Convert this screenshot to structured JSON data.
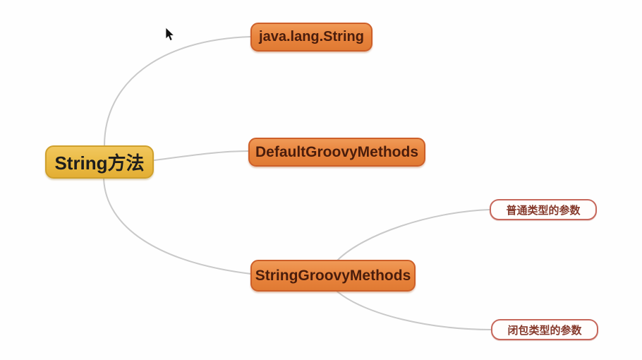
{
  "diagram": {
    "type": "mindmap",
    "nodes": {
      "root": {
        "label": "String方法"
      },
      "branch1": {
        "label": "java.lang.String"
      },
      "branch2": {
        "label": "DefaultGroovyMethods"
      },
      "branch3": {
        "label": "StringGroovyMethods"
      },
      "leaf1": {
        "label": "普通类型的参数"
      },
      "leaf2": {
        "label": "闭包类型的参数"
      }
    },
    "edges": [
      {
        "from": "root",
        "to": "branch1"
      },
      {
        "from": "root",
        "to": "branch2"
      },
      {
        "from": "root",
        "to": "branch3"
      },
      {
        "from": "branch3",
        "to": "leaf1"
      },
      {
        "from": "branch3",
        "to": "leaf2"
      }
    ],
    "colors": {
      "root_fill": "#EABA43",
      "root_border": "#CFA02C",
      "root_text": "#1D1D1D",
      "branch_fill": "#E8843D",
      "branch_border": "#CD5F29",
      "branch_text": "#4A1D0C",
      "leaf_fill": "#FFFDFC",
      "leaf_border": "#C7685C",
      "leaf_text": "#84382A",
      "connector": "#C9C9C9",
      "background": "#FEFEFE"
    }
  },
  "cursor": {
    "icon": "arrow-pointer"
  }
}
